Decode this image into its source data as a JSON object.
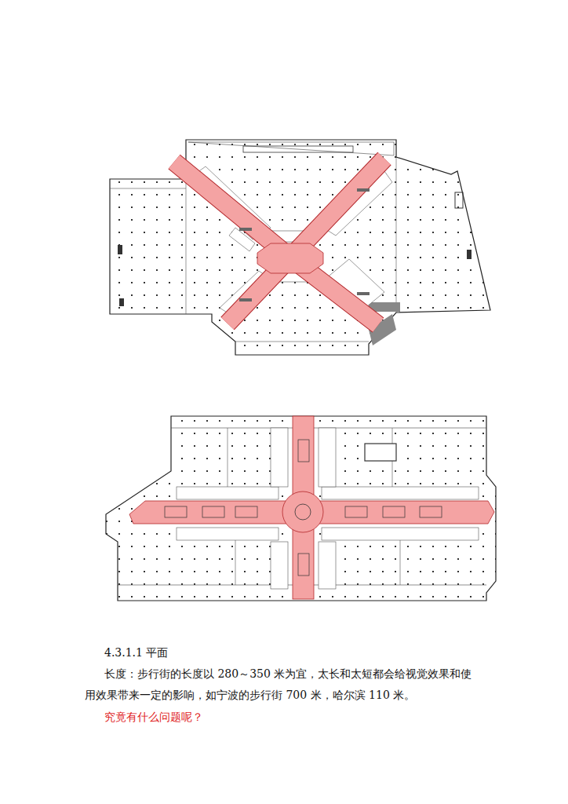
{
  "diagram": {
    "labels": [
      "4.3.1.1 平面",
      "长度：步行街的长度以 280～350 米为宜，太长和太短都会给视觉效果和使用效果带来一定的影响，如宁波的步行街 700 米，哈尔滨 110 米。",
      "究竟有什么问题呢？"
    ]
  }
}
